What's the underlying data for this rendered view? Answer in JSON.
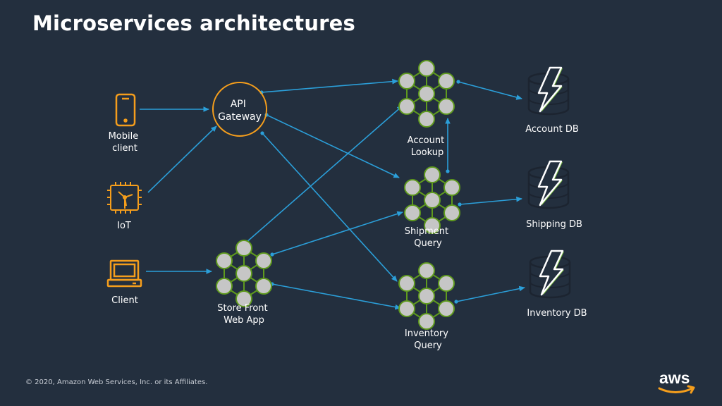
{
  "title": "Microservices architectures",
  "footer": "© 2020, Amazon Web Services, Inc. or its Affiliates.",
  "logo_text": "aws",
  "colors": {
    "background": "#232f3e",
    "client_icon": "#f59e1c",
    "gateway_ring": "#f59e1c",
    "node_fill": "#c6c6c6",
    "node_border": "#5f9a1e",
    "arrow": "#2b9fd9",
    "db_stroke": "#1c2430",
    "lightning": "#ffffff",
    "lightning_glow": "#7ac33c"
  },
  "clients": [
    {
      "id": "mobile",
      "label_lines": [
        "Mobile",
        "client"
      ],
      "icon": "mobile-phone-icon"
    },
    {
      "id": "iot",
      "label_lines": [
        "IoT"
      ],
      "icon": "iot-chip-icon"
    },
    {
      "id": "client",
      "label_lines": [
        "Client"
      ],
      "icon": "laptop-icon"
    }
  ],
  "gateway": {
    "label_lines": [
      "API",
      "Gateway"
    ]
  },
  "services": [
    {
      "id": "account-lookup",
      "label_lines": [
        "Account",
        "Lookup"
      ]
    },
    {
      "id": "shipment-query",
      "label_lines": [
        "Shipment",
        "Query"
      ]
    },
    {
      "id": "inventory-query",
      "label_lines": [
        "Inventory",
        "Query"
      ]
    },
    {
      "id": "store-front",
      "label_lines": [
        "Store Front",
        "Web App"
      ]
    }
  ],
  "databases": [
    {
      "id": "account-db",
      "label": "Account DB"
    },
    {
      "id": "shipping-db",
      "label": "Shipping DB"
    },
    {
      "id": "inventory-db",
      "label": "Inventory DB"
    }
  ]
}
